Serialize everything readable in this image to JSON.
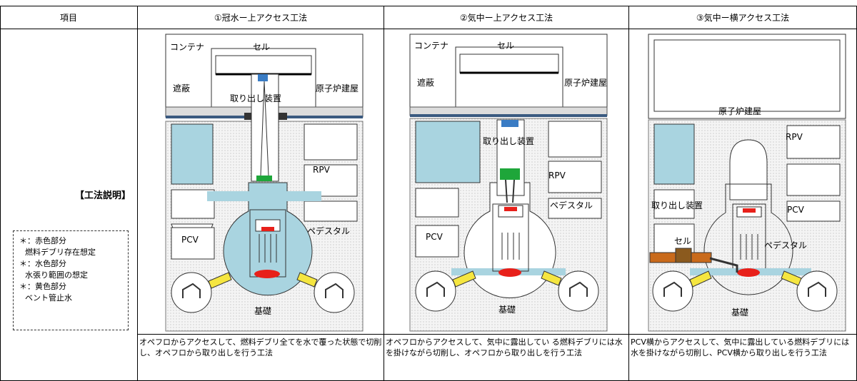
{
  "header": {
    "col_item": "項目",
    "col1": "①冠水ー上アクセス工法",
    "col2": "②気中ー上アクセス工法",
    "col3": "③気中ー横アクセス工法"
  },
  "row_label": "【工法説明】",
  "legend": [
    "＊：赤色部分",
    "燃料デブリ存在想定",
    "＊：水色部分",
    "水張り範囲の想定",
    "＊：黄色部分",
    "ベント管止水"
  ],
  "diagram1": {
    "container": "コンテナ",
    "cell": "セル",
    "shield": "遮蔽",
    "reactor_bldg": "原子炉建屋",
    "device": "取り出し装置",
    "rpv": "RPV",
    "pedestal": "ペデスタル",
    "pcv": "PCV",
    "foundation": "基礎"
  },
  "diagram2": {
    "container": "コンテナ",
    "cell": "セル",
    "shield": "遮蔽",
    "reactor_bldg": "原子炉建屋",
    "device": "取り出し装置",
    "rpv": "RPV",
    "pedestal": "ペデスタル",
    "pcv": "PCV",
    "foundation": "基礎"
  },
  "diagram3": {
    "reactor_bldg": "原子炉建屋",
    "rpv": "RPV",
    "device": "取り出し装置",
    "pcv": "PCV",
    "cell": "セル",
    "pedestal": "ペデスタル",
    "foundation": "基礎"
  },
  "descriptions": {
    "d1": "オペフロからアクセスして、燃料デブリ全てを水で覆った状態で切削し、オペフロから取り出しを行う工法",
    "d2": "オペフロからアクセスして、気中に露出してい る燃料デブリには水を掛けながら切削し、オペフロから取り出しを行う工法",
    "d3": "PCV横からアクセスして、気中に露出している燃料デブリには水を掛けながら切削し、PCV横から取り出しを行う工法"
  },
  "colors": {
    "water": "#a9d4e0",
    "debris": "#e8201a",
    "vent_seal": "#f5e640",
    "device_green": "#1ea63a",
    "device_blue": "#3a7cc4",
    "cell_orange": "#c96a1b",
    "cell_brown": "#8b5a1e",
    "shield_gray": "#dcdcdc"
  }
}
